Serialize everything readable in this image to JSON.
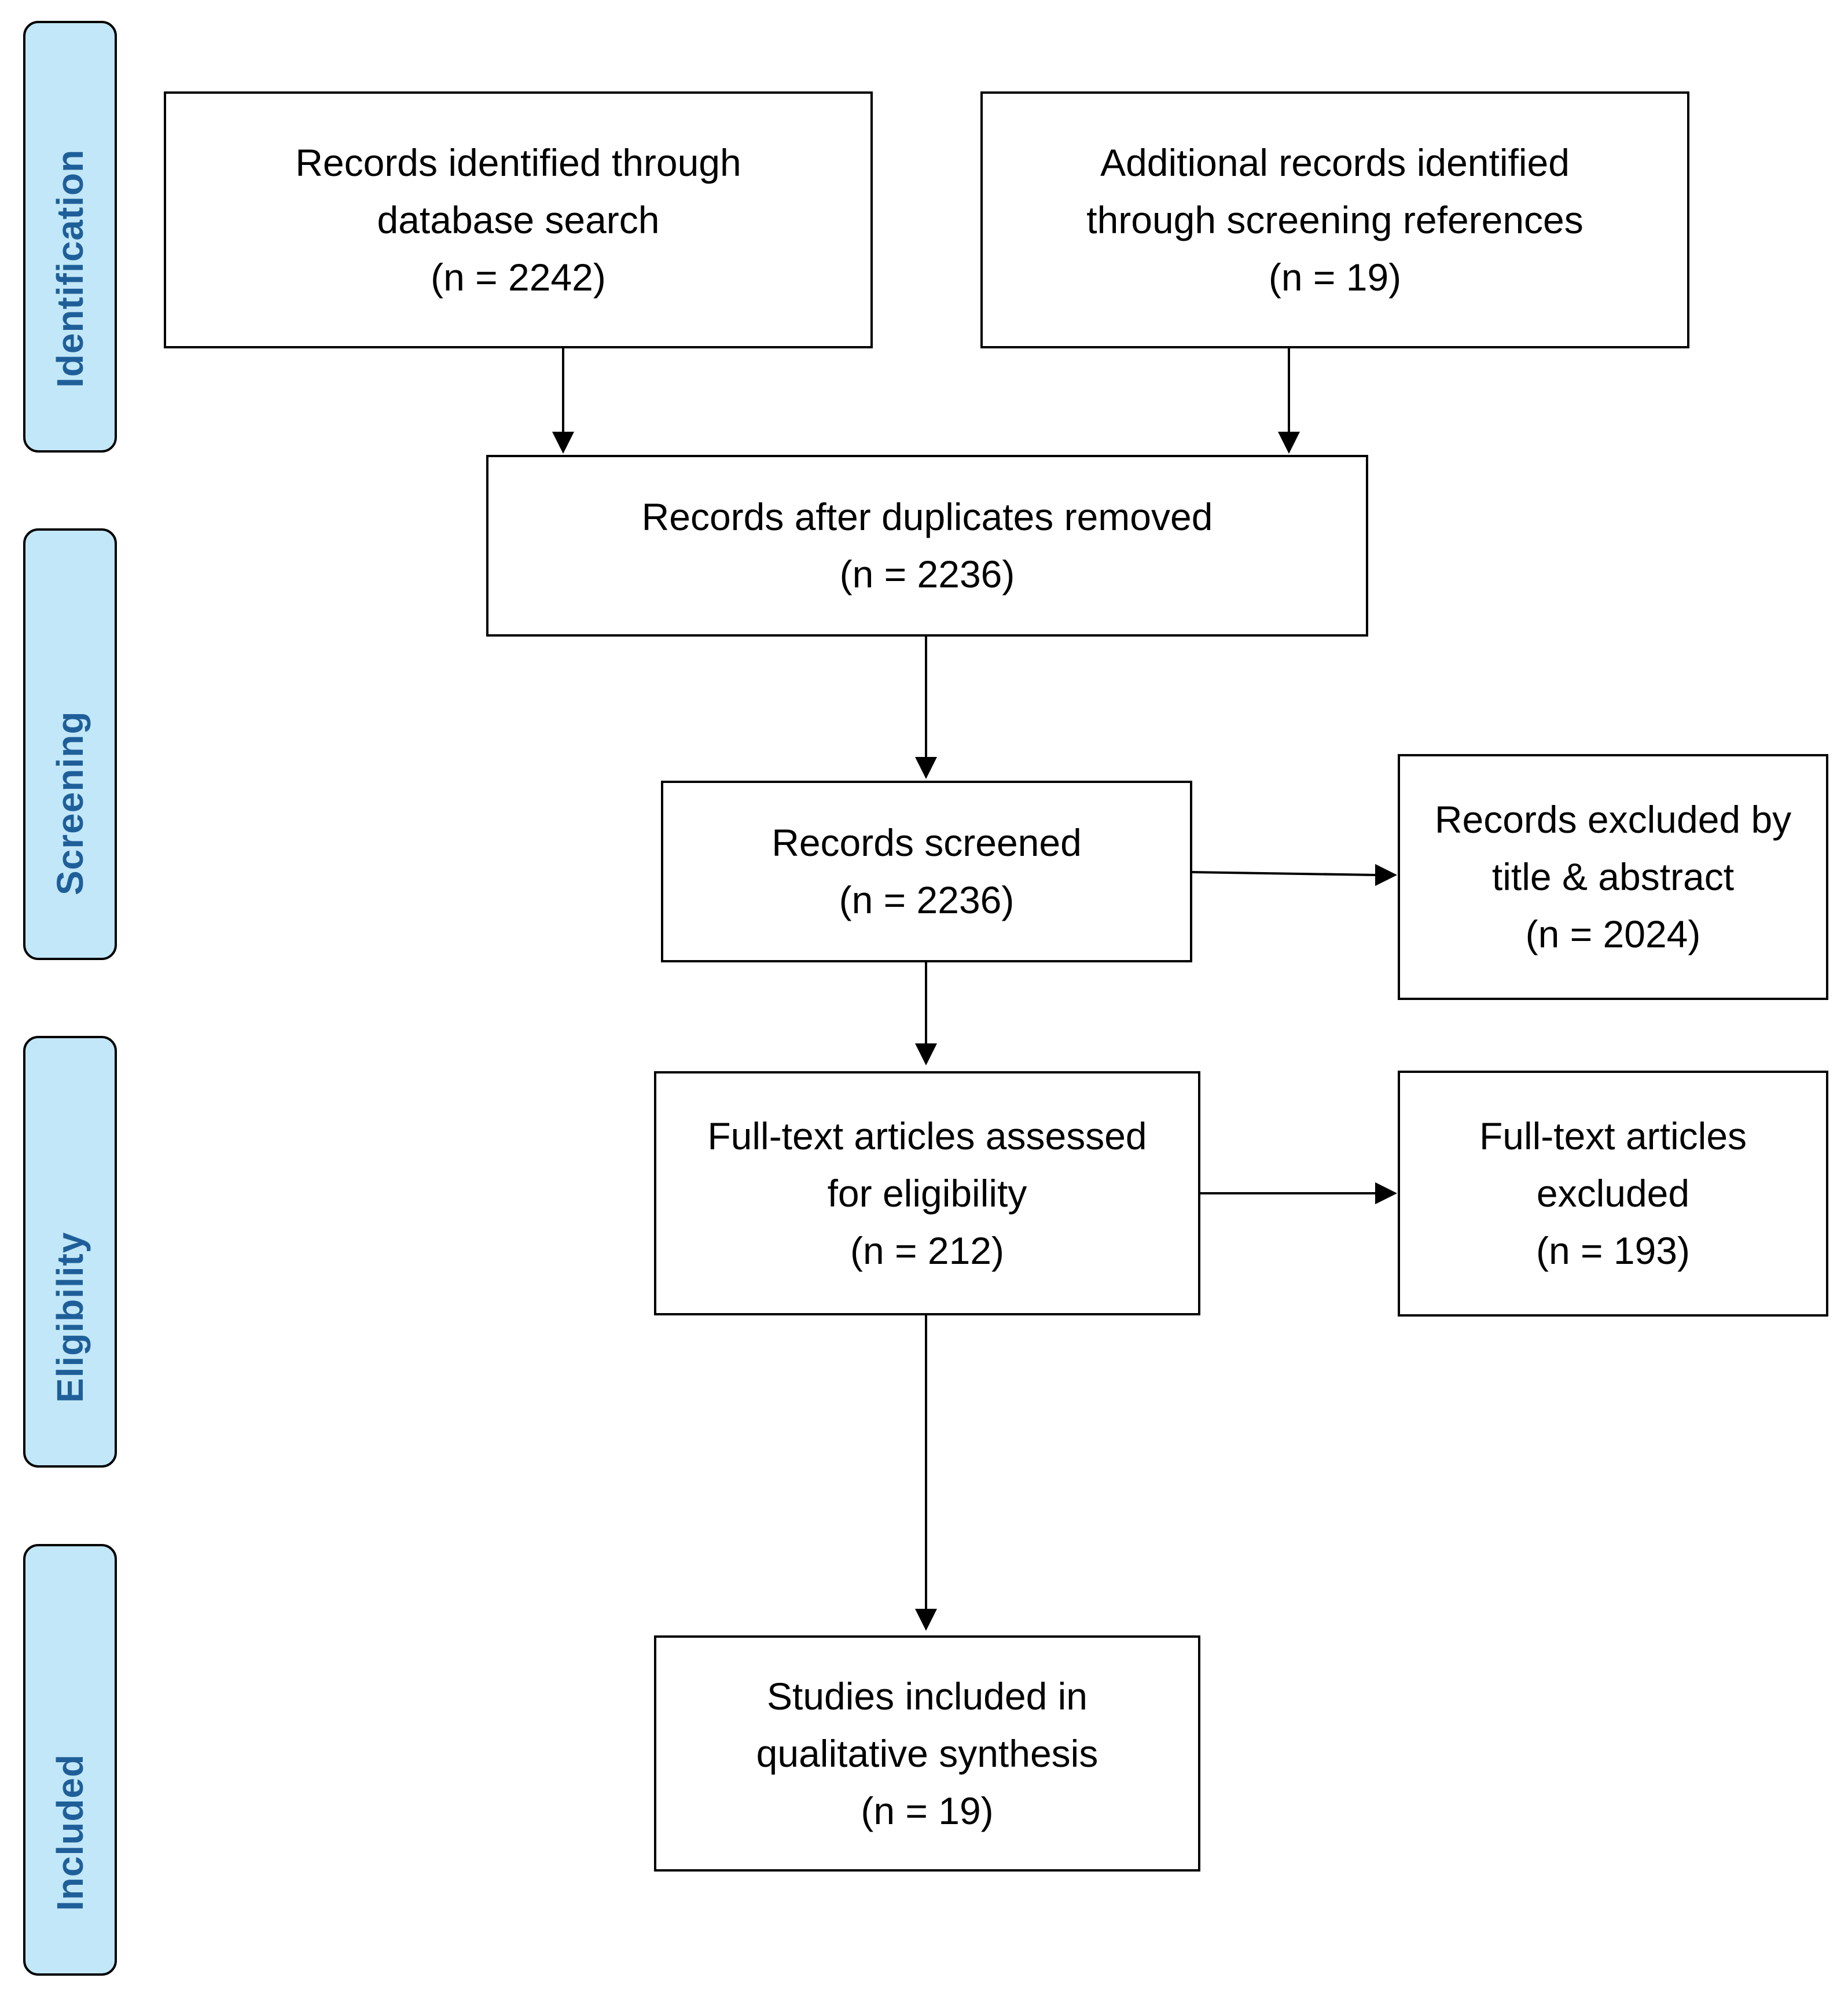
{
  "stages": {
    "identification": "Identification",
    "screening": "Screening",
    "eligibility": "Eligibility",
    "included": "Included"
  },
  "boxes": {
    "database_search": {
      "line1": "Records identified through",
      "line2": "database search",
      "count": "(n = 2242)"
    },
    "additional_records": {
      "line1": "Additional records identified",
      "line2": "through screening references",
      "count": "(n = 19)"
    },
    "duplicates_removed": {
      "line1": "Records after duplicates removed",
      "count": "(n = 2236)"
    },
    "records_screened": {
      "line1": "Records screened",
      "count": "(n = 2236)"
    },
    "excluded_title_abstract": {
      "line1": "Records excluded by",
      "line2": "title & abstract",
      "count": "(n = 2024)"
    },
    "fulltext_assessed": {
      "line1": "Full-text articles assessed",
      "line2": "for eligibility",
      "count": "(n = 212)"
    },
    "fulltext_excluded": {
      "line1": "Full-text articles",
      "line2": "excluded",
      "count": "(n = 193)"
    },
    "studies_included": {
      "line1": "Studies included in",
      "line2": "qualitative synthesis",
      "count": "(n = 19)"
    }
  },
  "colors": {
    "stage_fill": "#c2e7f8",
    "stage_text": "#1f5f99",
    "line": "#000000"
  }
}
